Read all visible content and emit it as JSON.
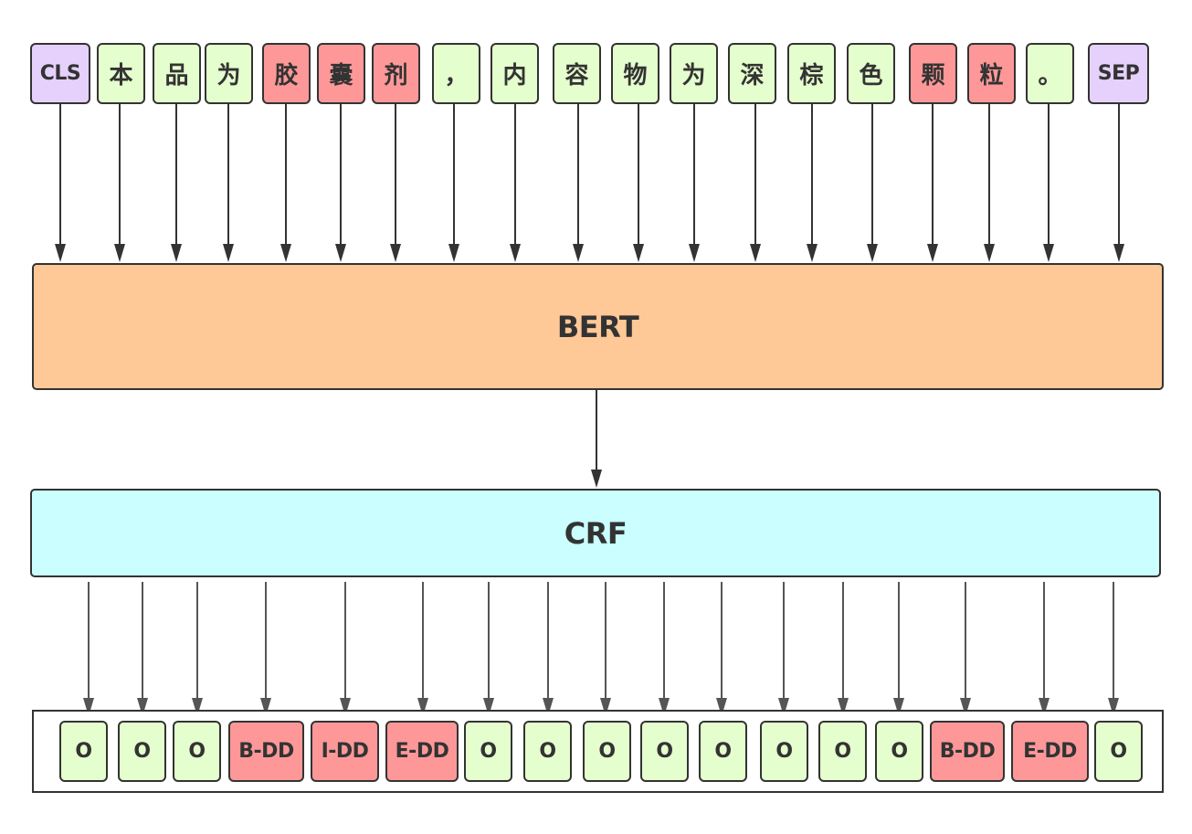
{
  "tokens": [
    "CLS",
    "本",
    "品",
    "为",
    "胶",
    "囊",
    "剂",
    "，",
    "内",
    "容",
    "物",
    "为",
    "深",
    "棕",
    "色",
    "颗",
    "粒",
    "。",
    "SEP"
  ],
  "token_roles": [
    "special",
    "o",
    "o",
    "o",
    "entity",
    "entity",
    "entity",
    "o",
    "o",
    "o",
    "o",
    "o",
    "o",
    "o",
    "o",
    "entity",
    "entity",
    "o",
    "special"
  ],
  "layers": {
    "bert": "BERT",
    "crf": "CRF"
  },
  "tags": [
    "O",
    "O",
    "O",
    "B-DD",
    "I-DD",
    "E-DD",
    "O",
    "O",
    "O",
    "O",
    "O",
    "O",
    "O",
    "O",
    "B-DD",
    "E-DD",
    "O"
  ],
  "colors": {
    "special": "#e6d1fd",
    "o": "#e5fecd",
    "entity": "#fe9898",
    "bert": "#fec897",
    "crf": "#cafeff",
    "stroke": "#333333"
  }
}
